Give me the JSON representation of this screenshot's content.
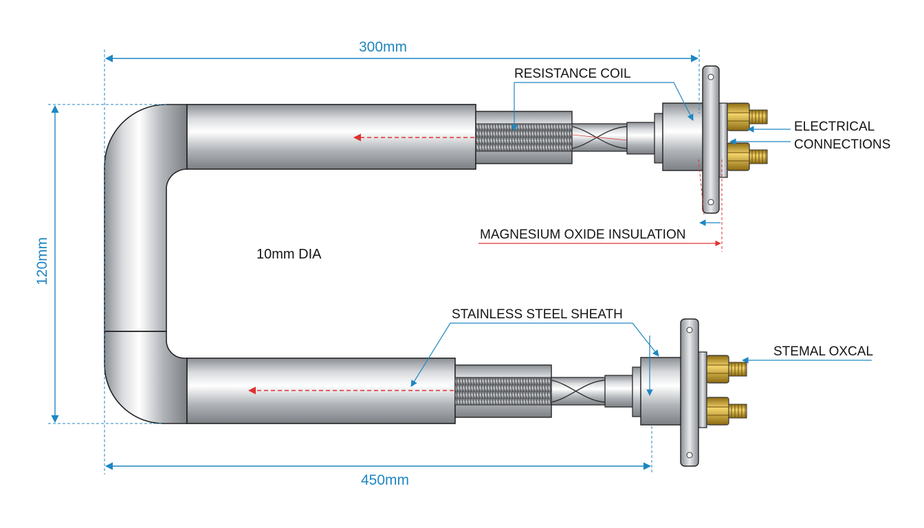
{
  "dimensions": {
    "top_length": "300mm",
    "bottom_length": "450mm",
    "height": "120mm",
    "diameter": "10mm DIA"
  },
  "callouts": {
    "resistance_coil": "RESISTANCE COIL",
    "electrical_connections_line1": "ELECTRICAL",
    "electrical_connections_line2": "CONNECTIONS",
    "magnesium_oxide_insulation": "MAGNESIUM OXIDE INSULATION",
    "stainless_steel_sheath": "STAINLESS STEEL SHEATH",
    "stemal_oxcal": "STEMAL OXCAL"
  },
  "colors": {
    "dimension_blue": "#1f86c2",
    "arrow_red": "#e03030",
    "brass": "#c9a227",
    "steel": "#b9bcc0"
  }
}
